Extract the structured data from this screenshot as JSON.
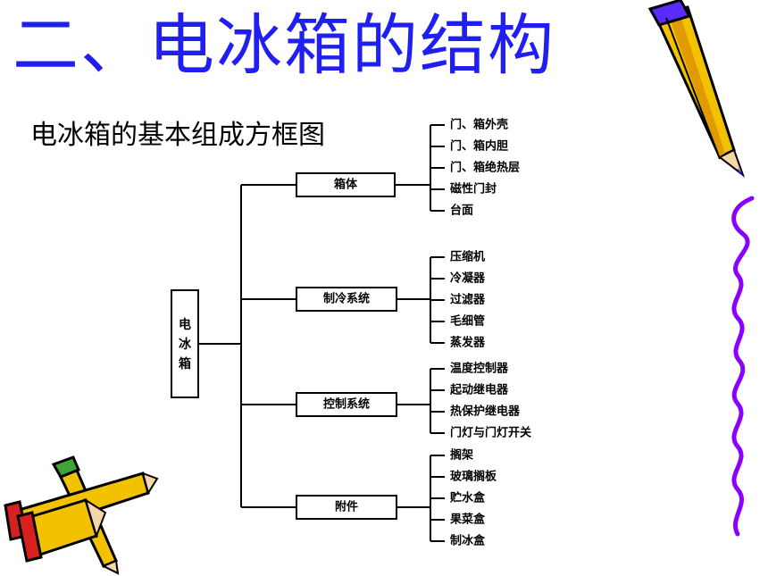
{
  "title": "二、电冰箱的结构",
  "subtitle": "电冰箱的基本组成方框图",
  "colors": {
    "title": "#1f1ff2",
    "wave": "#8a00ff",
    "pencil_body": "#f2c200",
    "pencil_outline": "#000000"
  },
  "icons": [
    "pencil-icon",
    "crossed-pencils-icon",
    "wavy-line-decoration"
  ],
  "diagram": {
    "root": "电冰箱",
    "groups": [
      {
        "label": "箱体",
        "items": [
          "门、箱外壳",
          "门、箱内胆",
          "门、箱绝热层",
          "磁性门封",
          "台面"
        ]
      },
      {
        "label": "制冷系统",
        "items": [
          "压缩机",
          "冷凝器",
          "过滤器",
          "毛细管",
          "蒸发器"
        ]
      },
      {
        "label": "控制系统",
        "items": [
          "温度控制器",
          "起动继电器",
          "热保护继电器",
          "门灯与门灯开关"
        ]
      },
      {
        "label": "附件",
        "items": [
          "搁架",
          "玻璃搁板",
          "贮水盒",
          "果菜盒",
          "制冰盒"
        ]
      }
    ]
  }
}
